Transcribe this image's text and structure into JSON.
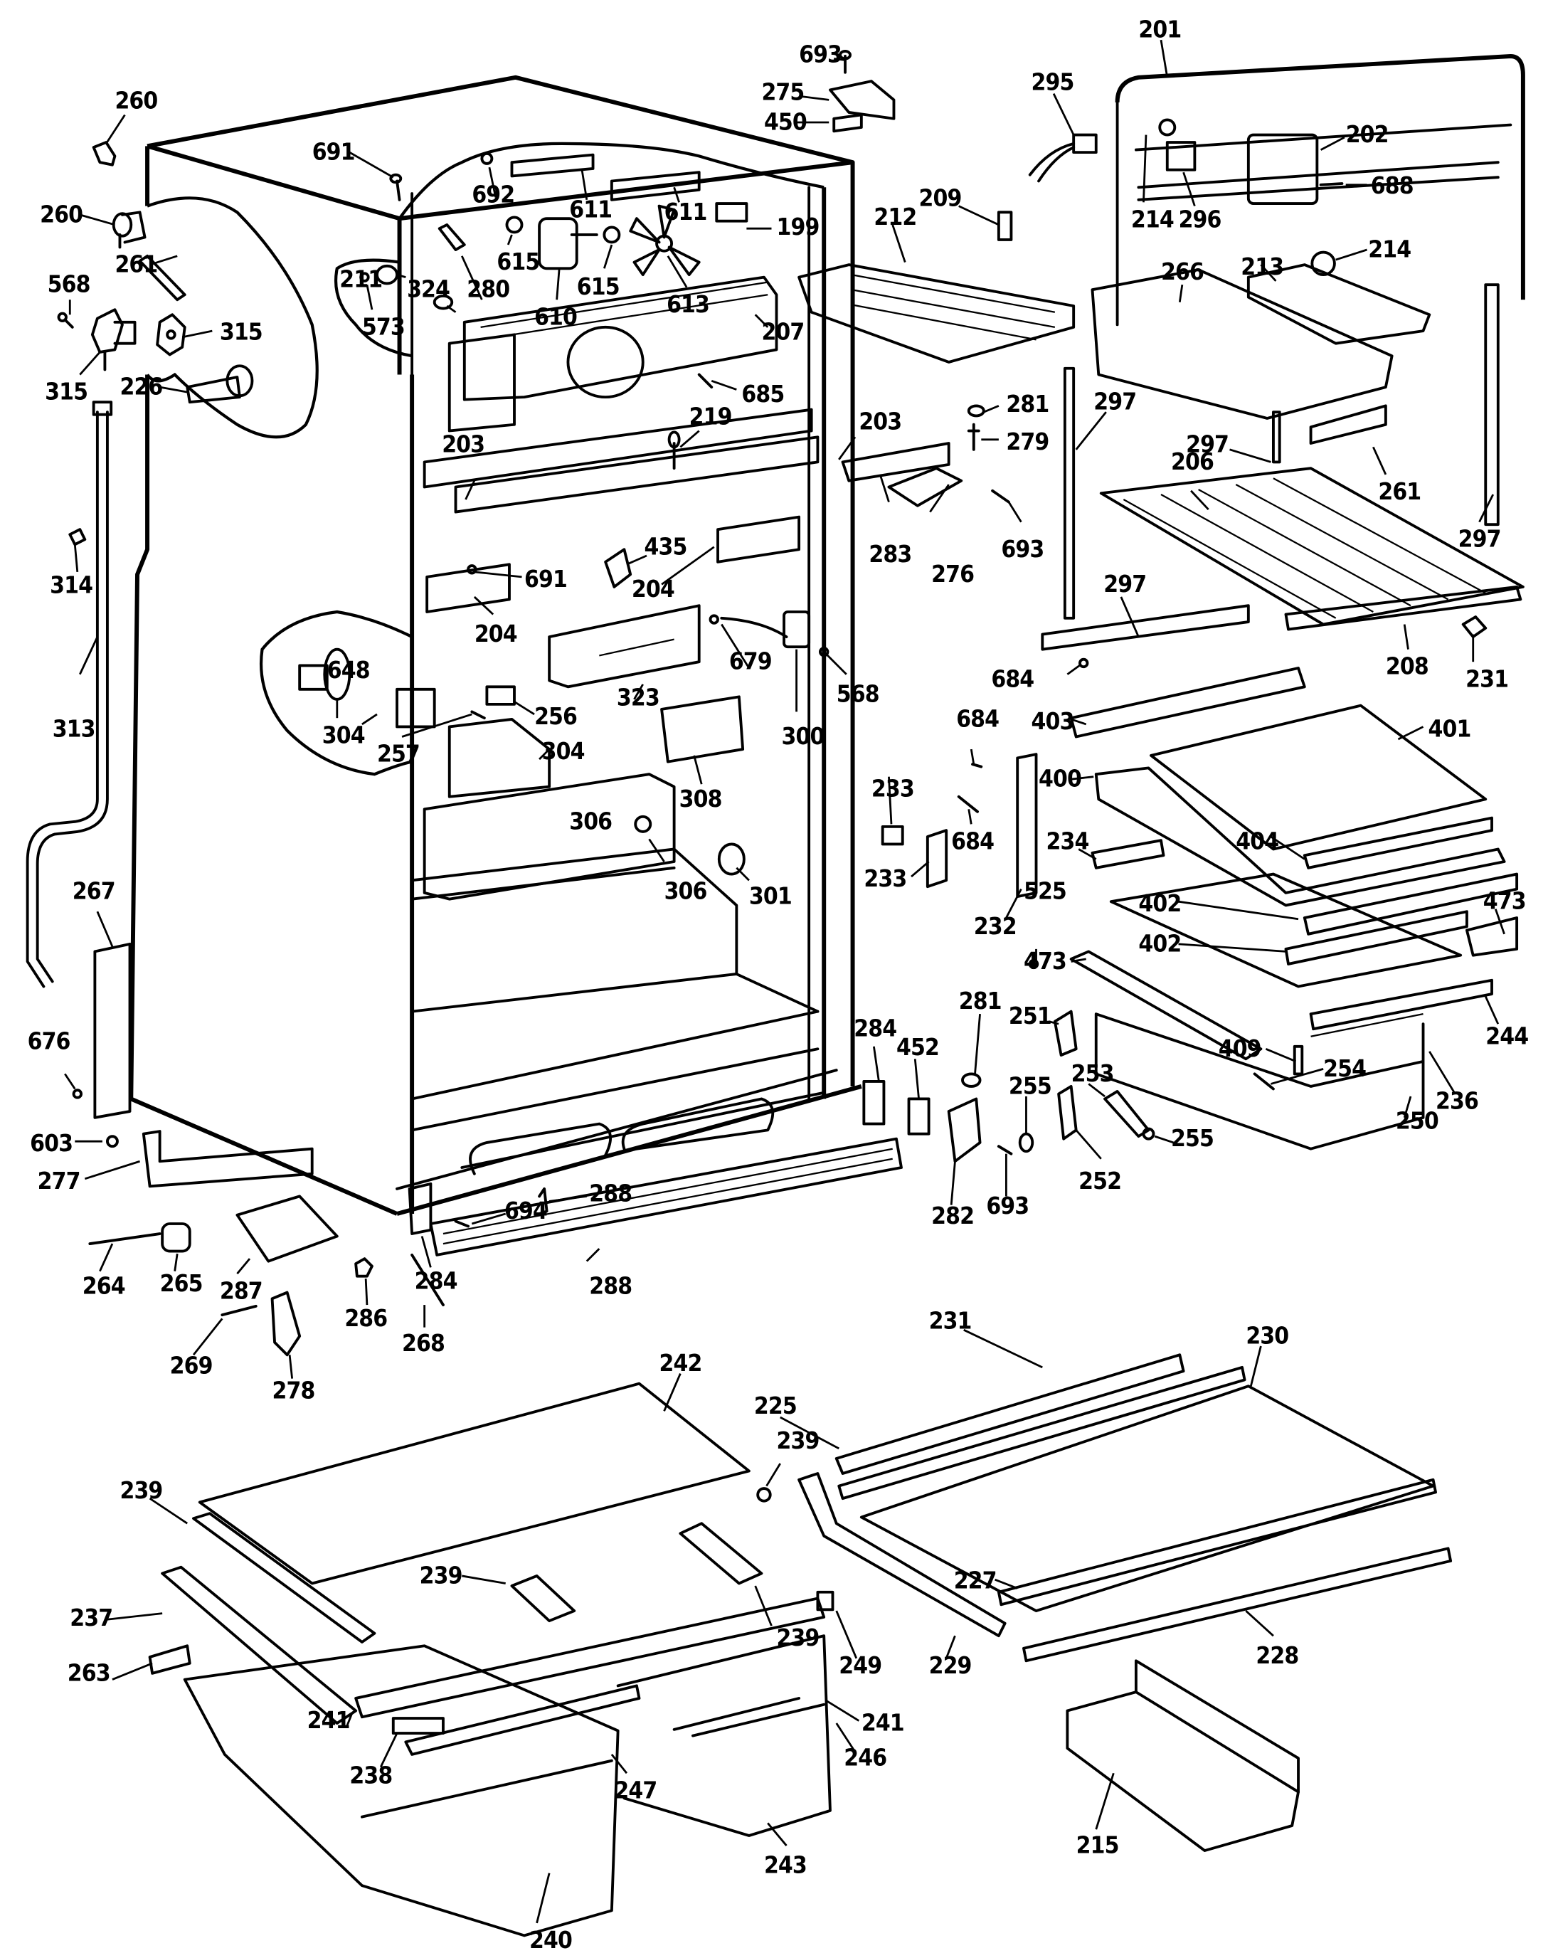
{
  "diagram": {
    "title": "Refrigerator cabinet and shelves exploded parts view",
    "type": "exploded-parts-diagram",
    "labels": {
      "l201": "201",
      "l202": "202",
      "l203a": "203",
      "l203b": "203",
      "l204a": "204",
      "l204b": "204",
      "l206": "206",
      "l207": "207",
      "l208": "208",
      "l209": "209",
      "l211": "211",
      "l212": "212",
      "l213": "213",
      "l214a": "214",
      "l214b": "214",
      "l215": "215",
      "l219": "219",
      "l225": "225",
      "l226": "226",
      "l227": "227",
      "l228": "228",
      "l229": "229",
      "l230": "230",
      "l231a": "231",
      "l231b": "231",
      "l232": "232",
      "l233a": "233",
      "l233b": "233",
      "l234": "234",
      "l236": "236",
      "l237": "237",
      "l238": "238",
      "l239a": "239",
      "l239b": "239",
      "l239c": "239",
      "l239d": "239",
      "l240": "240",
      "l241a": "241",
      "l241b": "241",
      "l242": "242",
      "l243": "243",
      "l244": "244",
      "l246": "246",
      "l247": "247",
      "l249": "249",
      "l250": "250",
      "l251": "251",
      "l252": "252",
      "l253": "253",
      "l254": "254",
      "l255a": "255",
      "l255b": "255",
      "l256": "256",
      "l257": "257",
      "l260a": "260",
      "l260b": "260",
      "l261a": "261",
      "l261b": "261",
      "l263": "263",
      "l264": "264",
      "l265": "265",
      "l266": "266",
      "l267": "267",
      "l268": "268",
      "l269": "269",
      "l275": "275",
      "l276": "276",
      "l277": "277",
      "l278": "278",
      "l279": "279",
      "l280": "280",
      "l281a": "281",
      "l281b": "281",
      "l282": "282",
      "l283": "283",
      "l284a": "284",
      "l284b": "284",
      "l286": "286",
      "l287": "287",
      "l288a": "288",
      "l288b": "288",
      "l295": "295",
      "l296": "296",
      "l297a": "297",
      "l297b": "297",
      "l297c": "297",
      "l297d": "297",
      "l300": "300",
      "l301": "301",
      "l304a": "304",
      "l304b": "304",
      "l306a": "306",
      "l306b": "306",
      "l308": "308",
      "l313": "313",
      "l314": "314",
      "l315a": "315",
      "l315b": "315",
      "l323": "323",
      "l324": "324",
      "l400": "400",
      "l401": "401",
      "l402a": "402",
      "l402b": "402",
      "l403": "403",
      "l404": "404",
      "l409": "409",
      "l435": "435",
      "l450": "450",
      "l452": "452",
      "l473a": "473",
      "l473b": "473",
      "l525": "525",
      "l568a": "568",
      "l568b": "568",
      "l573": "573",
      "l603": "603",
      "l610": "610",
      "l611a": "611",
      "l611b": "611",
      "l613": "613",
      "l615a": "615",
      "l615b": "615",
      "l648": "648",
      "l676": "676",
      "l679": "679",
      "l684a": "684",
      "l684b": "684",
      "l684c": "684",
      "l685": "685",
      "l688": "688",
      "l691a": "691",
      "l691b": "691",
      "l692": "692",
      "l693a": "693",
      "l693b": "693",
      "l693c": "693",
      "l694": "694",
      "l199": "199"
    }
  }
}
